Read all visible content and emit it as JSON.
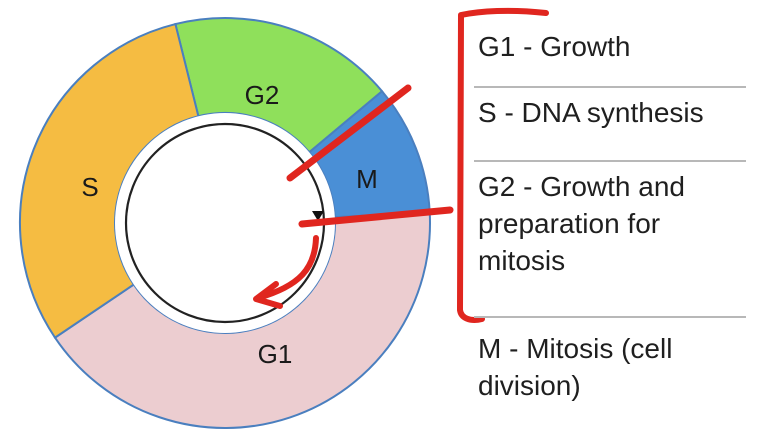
{
  "phases": [
    {
      "name": "G2",
      "color": "#8fe05b"
    },
    {
      "name": "M",
      "color": "#4a8fd6"
    },
    {
      "name": "G1",
      "color": "#eccdd0"
    },
    {
      "name": "S",
      "color": "#f5bc42"
    }
  ],
  "ring_border_color": "#4a7fbf",
  "annotation_color": "#e0261f",
  "legend": [
    {
      "text": "G1 - Growth"
    },
    {
      "text": "S - DNA synthesis"
    },
    {
      "text": "G2 - Growth and preparation for mitosis"
    },
    {
      "text": "M - Mitosis (cell division)"
    }
  ]
}
